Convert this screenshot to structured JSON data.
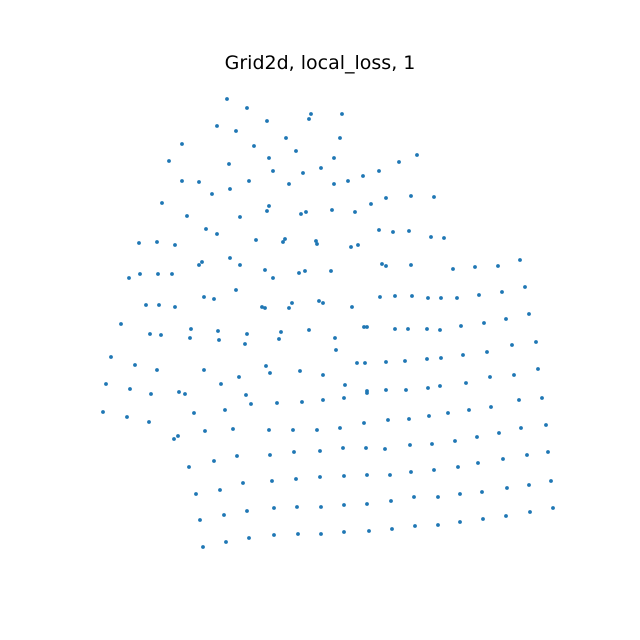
{
  "chart_data": {
    "type": "scatter",
    "title": "Grid2d, local_loss, 1",
    "xlabel": "",
    "ylabel": "",
    "axes_visible": false,
    "grid": false,
    "legend": "none",
    "marker_color": "#1f77b4",
    "series": [
      {
        "points": [
          [
            227,
            99
          ],
          [
            247,
            108
          ],
          [
            311,
            114
          ],
          [
            342,
            114
          ],
          [
            217,
            126
          ],
          [
            236,
            131
          ],
          [
            267,
            121
          ],
          [
            309,
            119
          ],
          [
            286,
            138
          ],
          [
            182,
            144
          ],
          [
            340,
            138
          ],
          [
            254,
            146
          ],
          [
            169,
            161
          ],
          [
            229,
            164
          ],
          [
            269,
            158
          ],
          [
            296,
            151
          ],
          [
            334,
            158
          ],
          [
            399,
            162
          ],
          [
            417,
            155
          ],
          [
            182,
            181
          ],
          [
            199,
            182
          ],
          [
            249,
            181
          ],
          [
            230,
            189
          ],
          [
            273,
            171
          ],
          [
            289,
            184
          ],
          [
            303,
            173
          ],
          [
            321,
            168
          ],
          [
            334,
            184
          ],
          [
            348,
            181
          ],
          [
            363,
            176
          ],
          [
            379,
            171
          ],
          [
            162,
            203
          ],
          [
            187,
            216
          ],
          [
            212,
            194
          ],
          [
            240,
            217
          ],
          [
            267,
            211
          ],
          [
            269,
            206
          ],
          [
            301,
            214
          ],
          [
            306,
            212
          ],
          [
            332,
            210
          ],
          [
            355,
            212
          ],
          [
            371,
            204
          ],
          [
            386,
            198
          ],
          [
            411,
            196
          ],
          [
            434,
            197
          ],
          [
            139,
            243
          ],
          [
            157,
            242
          ],
          [
            175,
            245
          ],
          [
            206,
            229
          ],
          [
            217,
            234
          ],
          [
            256,
            240
          ],
          [
            283,
            242
          ],
          [
            285,
            239
          ],
          [
            316,
            241
          ],
          [
            317,
            244
          ],
          [
            351,
            247
          ],
          [
            358,
            245
          ],
          [
            379,
            230
          ],
          [
            393,
            232
          ],
          [
            409,
            231
          ],
          [
            431,
            237
          ],
          [
            444,
            238
          ],
          [
            129,
            278
          ],
          [
            140,
            274
          ],
          [
            158,
            274
          ],
          [
            172,
            274
          ],
          [
            199,
            265
          ],
          [
            202,
            262
          ],
          [
            230,
            258
          ],
          [
            240,
            265
          ],
          [
            265,
            270
          ],
          [
            273,
            278
          ],
          [
            299,
            273
          ],
          [
            305,
            271
          ],
          [
            331,
            271
          ],
          [
            382,
            264
          ],
          [
            386,
            266
          ],
          [
            411,
            265
          ],
          [
            453,
            269
          ],
          [
            475,
            267
          ],
          [
            498,
            266
          ],
          [
            520,
            260
          ],
          [
            146,
            305
          ],
          [
            159,
            305
          ],
          [
            175,
            307
          ],
          [
            204,
            297
          ],
          [
            214,
            299
          ],
          [
            236,
            290
          ],
          [
            262,
            307
          ],
          [
            265,
            308
          ],
          [
            289,
            308
          ],
          [
            292,
            303
          ],
          [
            319,
            301
          ],
          [
            323,
            303
          ],
          [
            352,
            307
          ],
          [
            380,
            297
          ],
          [
            395,
            296
          ],
          [
            412,
            296
          ],
          [
            428,
            298
          ],
          [
            441,
            298
          ],
          [
            457,
            298
          ],
          [
            479,
            295
          ],
          [
            502,
            292
          ],
          [
            525,
            287
          ],
          [
            121,
            324
          ],
          [
            150,
            334
          ],
          [
            161,
            335
          ],
          [
            191,
            329
          ],
          [
            190,
            338
          ],
          [
            218,
            331
          ],
          [
            219,
            340
          ],
          [
            247,
            334
          ],
          [
            245,
            344
          ],
          [
            279,
            339
          ],
          [
            281,
            332
          ],
          [
            309,
            330
          ],
          [
            335,
            338
          ],
          [
            364,
            327
          ],
          [
            367,
            327
          ],
          [
            395,
            329
          ],
          [
            408,
            329
          ],
          [
            427,
            329
          ],
          [
            440,
            330
          ],
          [
            461,
            326
          ],
          [
            484,
            323
          ],
          [
            506,
            319
          ],
          [
            529,
            314
          ],
          [
            111,
            357
          ],
          [
            135,
            365
          ],
          [
            157,
            370
          ],
          [
            204,
            370
          ],
          [
            239,
            377
          ],
          [
            266,
            366
          ],
          [
            270,
            373
          ],
          [
            300,
            371
          ],
          [
            323,
            375
          ],
          [
            336,
            350
          ],
          [
            357,
            363
          ],
          [
            365,
            363
          ],
          [
            386,
            362
          ],
          [
            405,
            361
          ],
          [
            427,
            359
          ],
          [
            441,
            358
          ],
          [
            463,
            355
          ],
          [
            487,
            352
          ],
          [
            512,
            345
          ],
          [
            536,
            342
          ],
          [
            106,
            384
          ],
          [
            130,
            389
          ],
          [
            151,
            394
          ],
          [
            179,
            392
          ],
          [
            185,
            394
          ],
          [
            221,
            384
          ],
          [
            246,
            395
          ],
          [
            345,
            385
          ],
          [
            367,
            391
          ],
          [
            386,
            390
          ],
          [
            406,
            390
          ],
          [
            428,
            388
          ],
          [
            440,
            386
          ],
          [
            466,
            383
          ],
          [
            490,
            377
          ],
          [
            514,
            375
          ],
          [
            538,
            369
          ],
          [
            103,
            412
          ],
          [
            127,
            417
          ],
          [
            149,
            422
          ],
          [
            194,
            413
          ],
          [
            225,
            410
          ],
          [
            251,
            404
          ],
          [
            277,
            403
          ],
          [
            302,
            402
          ],
          [
            323,
            400
          ],
          [
            344,
            398
          ],
          [
            367,
            393
          ],
          [
            388,
            420
          ],
          [
            409,
            419
          ],
          [
            429,
            416
          ],
          [
            448,
            413
          ],
          [
            469,
            410
          ],
          [
            491,
            407
          ],
          [
            519,
            400
          ],
          [
            542,
            398
          ],
          [
            174,
            439
          ],
          [
            178,
            436
          ],
          [
            205,
            431
          ],
          [
            233,
            429
          ],
          [
            269,
            430
          ],
          [
            293,
            430
          ],
          [
            317,
            430
          ],
          [
            340,
            428
          ],
          [
            364,
            423
          ],
          [
            385,
            449
          ],
          [
            410,
            445
          ],
          [
            432,
            444
          ],
          [
            455,
            441
          ],
          [
            477,
            437
          ],
          [
            499,
            433
          ],
          [
            521,
            428
          ],
          [
            546,
            425
          ],
          [
            189,
            467
          ],
          [
            214,
            461
          ],
          [
            237,
            456
          ],
          [
            270,
            455
          ],
          [
            294,
            452
          ],
          [
            320,
            451
          ],
          [
            343,
            448
          ],
          [
            366,
            448
          ],
          [
            411,
            472
          ],
          [
            434,
            470
          ],
          [
            458,
            467
          ],
          [
            478,
            463
          ],
          [
            503,
            459
          ],
          [
            527,
            455
          ],
          [
            548,
            452
          ],
          [
            196,
            494
          ],
          [
            220,
            490
          ],
          [
            243,
            483
          ],
          [
            272,
            481
          ],
          [
            296,
            479
          ],
          [
            320,
            477
          ],
          [
            344,
            476
          ],
          [
            367,
            475
          ],
          [
            390,
            475
          ],
          [
            414,
            497
          ],
          [
            438,
            497
          ],
          [
            460,
            494
          ],
          [
            482,
            492
          ],
          [
            507,
            488
          ],
          [
            529,
            485
          ],
          [
            551,
            481
          ],
          [
            200,
            520
          ],
          [
            224,
            515
          ],
          [
            247,
            511
          ],
          [
            274,
            508
          ],
          [
            297,
            507
          ],
          [
            321,
            507
          ],
          [
            344,
            505
          ],
          [
            367,
            504
          ],
          [
            391,
            501
          ],
          [
            415,
            526
          ],
          [
            438,
            525
          ],
          [
            460,
            522
          ],
          [
            483,
            519
          ],
          [
            506,
            516
          ],
          [
            530,
            512
          ],
          [
            553,
            508
          ],
          [
            203,
            547
          ],
          [
            226,
            542
          ],
          [
            249,
            538
          ],
          [
            274,
            535
          ],
          [
            298,
            534
          ],
          [
            321,
            534
          ],
          [
            344,
            532
          ],
          [
            369,
            531
          ],
          [
            392,
            529
          ]
        ]
      }
    ]
  }
}
